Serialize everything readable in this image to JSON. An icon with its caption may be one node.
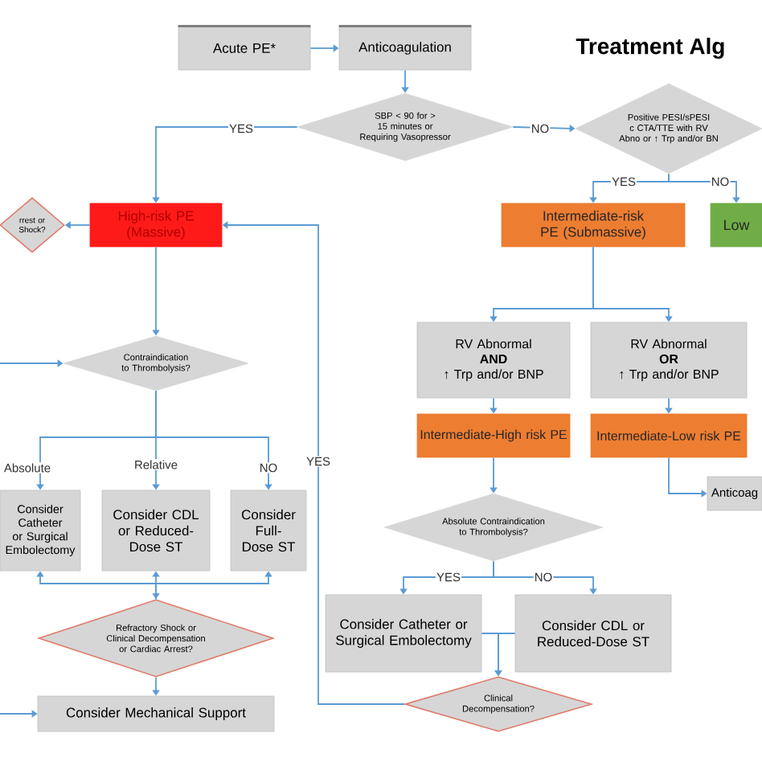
{
  "diagram": {
    "title": "Treatment Alg",
    "nodes": [
      {
        "text": [
          "Acute PE*"
        ]
      },
      {
        "text": [
          "Anticoagulation"
        ]
      },
      {
        "text": [
          "SBP < 90 for > 15 minutes or Requiring Vasopressor"
        ]
      },
      {
        "text": [
          "Positive PESI/sPESI c CTA/TTE with RV Abno or ↑ Trp and/or BN"
        ]
      },
      {
        "text": [
          "High-risk PE (Massive)"
        ]
      },
      {
        "text": [
          "rrest or Shock?"
        ]
      },
      {
        "text": [
          "Intermediate-risk PE (Submassive)"
        ]
      },
      {
        "text": [
          "Low"
        ]
      },
      {
        "text": [
          "Contraindication to Thrombolysis?"
        ]
      },
      {
        "text": [
          "Consider Catheter or Surgical Embolectomy"
        ]
      },
      {
        "text": [
          "Consider CDL or Reduced-Dose ST"
        ]
      },
      {
        "text": [
          "Consider Full-Dose ST"
        ]
      },
      {
        "text": [
          "Refractory Shock or Clinical Decompensation or Cardiac Arrest?"
        ]
      },
      {
        "text": [
          "Consider Mechanical Support"
        ]
      },
      {
        "text": [
          "RV Abnormal",
          "AND",
          "↑ Trp and/or BNP"
        ]
      },
      {
        "text": [
          "RV Abnormal",
          "OR",
          "↑ Trp and/or BNP"
        ]
      },
      {
        "text": [
          "Intermediate-High risk PE"
        ]
      },
      {
        "text": [
          "Intermediate-Low risk PE"
        ]
      },
      {
        "text": [
          "Anticoag"
        ]
      },
      {
        "text": [
          "Absolute Contraindication to Thrombolysis?"
        ]
      },
      {
        "text": [
          "Consider Catheter or Surgical Embolectomy"
        ]
      },
      {
        "text": [
          "Consider CDL or Reduced-Dose ST"
        ]
      },
      {
        "text": [
          "Clinical Decompensation?"
        ]
      }
    ],
    "edges": [
      {
        "from": 0,
        "to": 1,
        "arrow": "to"
      },
      {
        "from": 1,
        "to": 2,
        "arrow": "to"
      },
      {
        "from": 2,
        "to": 4,
        "arrow": "to",
        "label": "YES"
      },
      {
        "from": 2,
        "to": 3,
        "arrow": "to",
        "label": "NO"
      },
      {
        "from": 3,
        "to": 6,
        "arrow": "to",
        "label": "YES"
      },
      {
        "from": 3,
        "to": 7,
        "arrow": "to",
        "label": "NO"
      },
      {
        "from": 4,
        "to": 5,
        "arrow": "to"
      },
      {
        "from": 4,
        "to": 8,
        "arrow": "to"
      },
      {
        "from": null,
        "to": 8,
        "arrow": "to"
      },
      {
        "from": 8,
        "to": 9,
        "arrow": "to",
        "label": "Absolute"
      },
      {
        "from": 8,
        "to": 10,
        "arrow": "to",
        "label": "Relative"
      },
      {
        "from": 8,
        "to": 11,
        "arrow": "to",
        "label": "NO"
      },
      {
        "from": 12,
        "to": 9,
        "arrow": "to"
      },
      {
        "from": 10,
        "to": 12,
        "arrow": "both"
      },
      {
        "from": 12,
        "to": 11,
        "arrow": "to"
      },
      {
        "from": 12,
        "to": 13,
        "arrow": "to"
      },
      {
        "from": null,
        "to": 13,
        "arrow": "to"
      },
      {
        "from": 22,
        "to": 4,
        "arrow": "to",
        "label": "YES"
      },
      {
        "from": 6,
        "to": 14,
        "arrow": "to"
      },
      {
        "from": 6,
        "to": 15,
        "arrow": "to"
      },
      {
        "from": 14,
        "to": 16,
        "arrow": "to"
      },
      {
        "from": 15,
        "to": 17,
        "arrow": "to"
      },
      {
        "from": 17,
        "to": 18,
        "arrow": "to"
      },
      {
        "from": 16,
        "to": 19,
        "arrow": "to"
      },
      {
        "from": 19,
        "to": 20,
        "arrow": "to",
        "label": "YES"
      },
      {
        "from": 19,
        "to": 21,
        "arrow": "to",
        "label": "NO"
      },
      {
        "from": 20,
        "to": 22,
        "arrow": "to"
      },
      {
        "from": 21,
        "to": 22,
        "arrow": "to"
      }
    ]
  }
}
